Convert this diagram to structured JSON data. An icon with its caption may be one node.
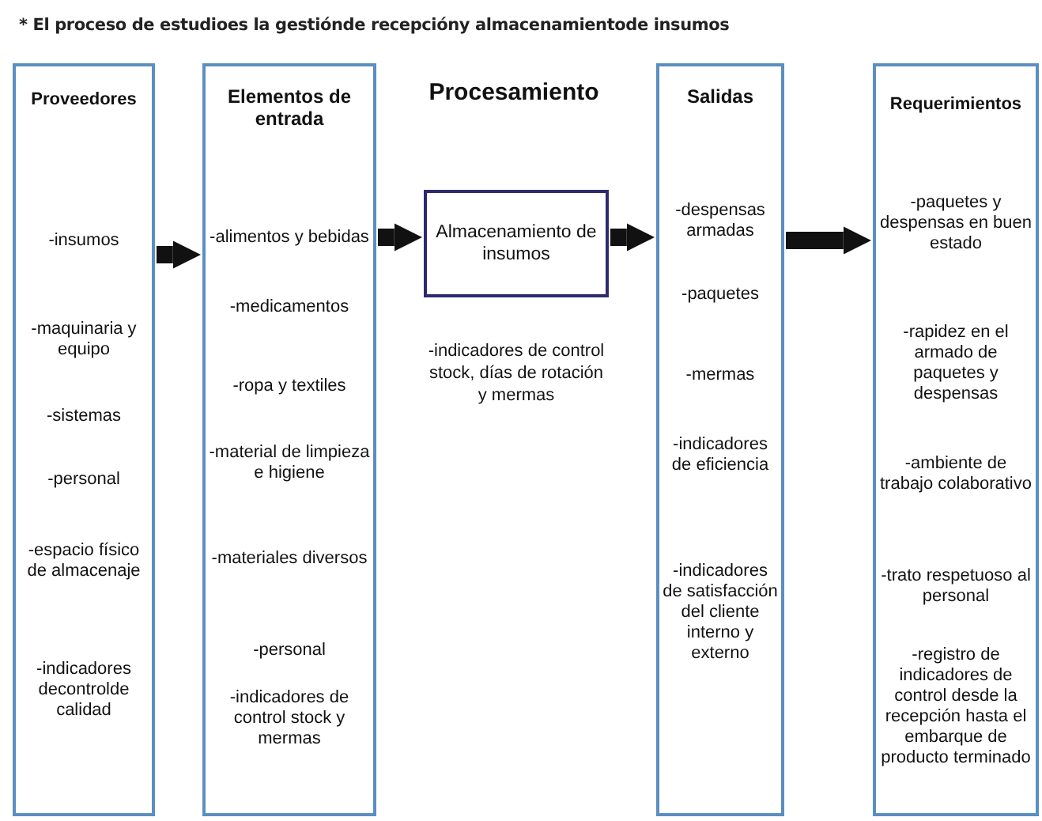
{
  "diagram": {
    "title": "* El proceso de estudioes la gestiónde recepcióny almacenamientode insumos",
    "nodes": [
      {
        "text": [
          "Proveedores",
          "-insumos",
          "-maquinaria y equipo",
          "-sistemas",
          "-personal",
          "-espacio físico de almacenaje",
          "-indicadores decontrolde calidad"
        ]
      },
      {
        "text": [
          "Elementos de entrada",
          "-alimentos y bebidas",
          "-medicamentos",
          "-ropa y textiles",
          "-material de limpieza e higiene",
          "-materiales diversos",
          "-personal",
          "-indicadores de control stock y mermas"
        ]
      },
      {
        "text": [
          "Almacenamiento de insumos"
        ],
        "beside": [
          "-indicadores de control stock, días de rotación y mermas"
        ]
      },
      {
        "text": [
          "Salidas",
          "-despensas armadas",
          "-paquetes",
          "-mermas",
          "-indicadores de eficiencia",
          "-indicadores de satisfacción del cliente interno y externo"
        ]
      },
      {
        "text": [
          "Requerimientos",
          "-paquetes y despensas en buen estado",
          "-rapidez en el armado de paquetes y despensas",
          "-ambiente de trabajo colaborativo",
          "-trato respetuoso al personal",
          "-registro de indicadores de control desde la recepción hasta el embarque de producto terminado"
        ]
      }
    ],
    "edges": [
      {
        "from": 0,
        "to": 1,
        "arrow": "to"
      },
      {
        "from": 1,
        "to": 2,
        "arrow": "to"
      },
      {
        "from": 2,
        "to": 3,
        "arrow": "to"
      },
      {
        "from": 3,
        "to": 4,
        "arrow": "to"
      }
    ],
    "labels": [
      "Procesamiento"
    ]
  }
}
